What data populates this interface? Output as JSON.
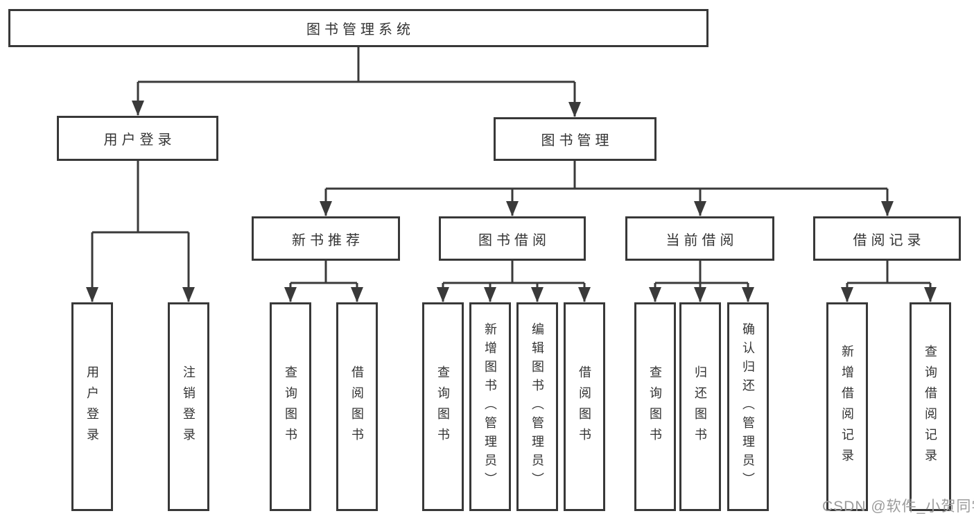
{
  "colors": {
    "line": "#3a3a3a",
    "box_border": "#383838",
    "box_background": "#ffffff",
    "text": "#333333",
    "watermark": "#9b9b9b"
  },
  "diagram": {
    "root": {
      "label": "图书管理系统"
    },
    "branches": [
      {
        "label": "用户登录",
        "children": [
          {
            "label": "用户登录"
          },
          {
            "label": "注销登录"
          }
        ]
      },
      {
        "label": "图书管理",
        "children": [
          {
            "label": "新书推荐",
            "children": [
              {
                "label": "查询图书"
              },
              {
                "label": "借阅图书"
              }
            ]
          },
          {
            "label": "图书借阅",
            "children": [
              {
                "label": "查询图书"
              },
              {
                "label": "新增图书（管理员）"
              },
              {
                "label": "编辑图书（管理员）"
              },
              {
                "label": "借阅图书"
              }
            ]
          },
          {
            "label": "当前借阅",
            "children": [
              {
                "label": "查询图书"
              },
              {
                "label": "归还图书"
              },
              {
                "label": "确认归还（管理员）"
              }
            ]
          },
          {
            "label": "借阅记录",
            "children": [
              {
                "label": "新增借阅记录"
              },
              {
                "label": "查询借阅记录"
              }
            ]
          }
        ]
      }
    ]
  },
  "watermark": {
    "text": "CSDN @软件_小贺同学"
  }
}
